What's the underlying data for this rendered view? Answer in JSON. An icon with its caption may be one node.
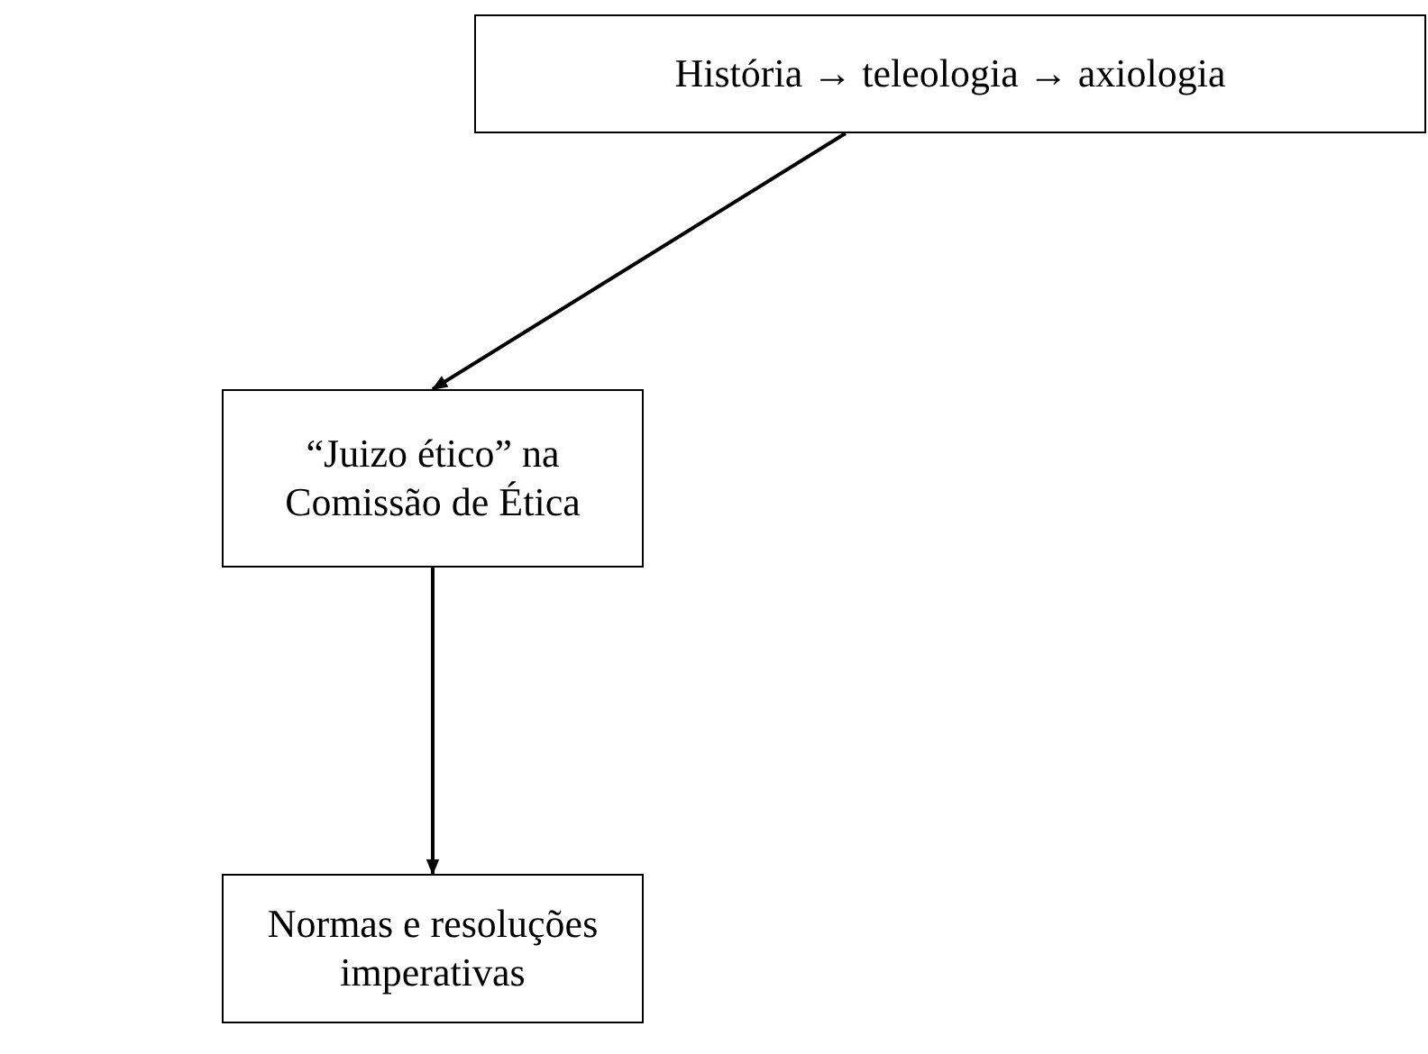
{
  "diagram": {
    "nodes": [
      {
        "text": [
          "História → teleologia → axiologia"
        ]
      },
      {
        "text": [
          "“Juizo ético” na Comissão de Ética"
        ]
      },
      {
        "text": [
          "Normas e resoluções imperativas"
        ]
      }
    ],
    "edges": [
      {
        "from": 0,
        "to": 1,
        "arrow": "to"
      },
      {
        "from": 1,
        "to": 2,
        "arrow": "to"
      }
    ]
  }
}
